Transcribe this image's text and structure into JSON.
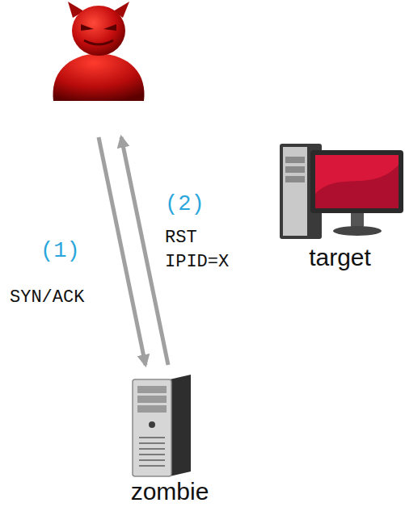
{
  "diagram": {
    "nodes": [
      {
        "text": [
          "target"
        ]
      },
      {
        "text": [
          "zombie"
        ]
      }
    ],
    "labels": [
      "(1)",
      "SYN/ACK",
      "(2)",
      "RST",
      "IPID=X"
    ]
  }
}
